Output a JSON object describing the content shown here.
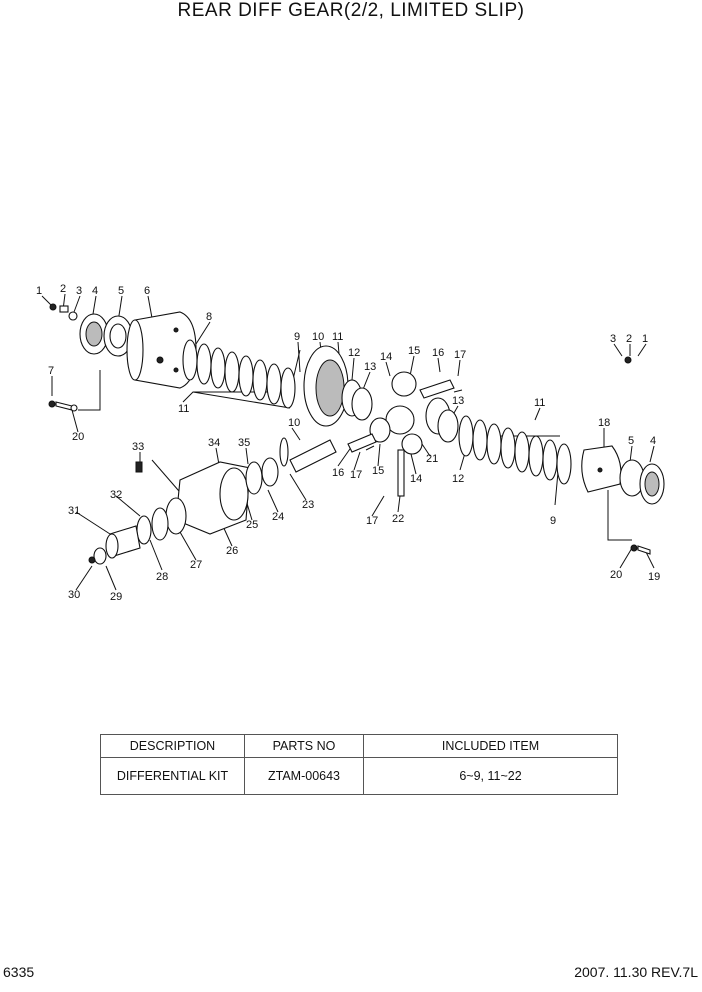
{
  "title": "REAR DIFF GEAR(2/2, LIMITED SLIP)",
  "callouts": [
    "1",
    "2",
    "3",
    "4",
    "5",
    "6",
    "7",
    "8",
    "9",
    "10",
    "11",
    "12",
    "13",
    "14",
    "15",
    "16",
    "17",
    "18",
    "19",
    "20",
    "21",
    "22",
    "23",
    "24",
    "25",
    "26",
    "27",
    "28",
    "29",
    "30",
    "31",
    "32",
    "33",
    "34",
    "35"
  ],
  "table": {
    "headers": [
      "DESCRIPTION",
      "PARTS NO",
      "INCLUDED ITEM"
    ],
    "rows": [
      [
        "DIFFERENTIAL KIT",
        "ZTAM-00643",
        "6~9, 11~22"
      ]
    ]
  },
  "footer": {
    "page_code": "6335",
    "revision": "2007. 11.30  REV.7L"
  }
}
